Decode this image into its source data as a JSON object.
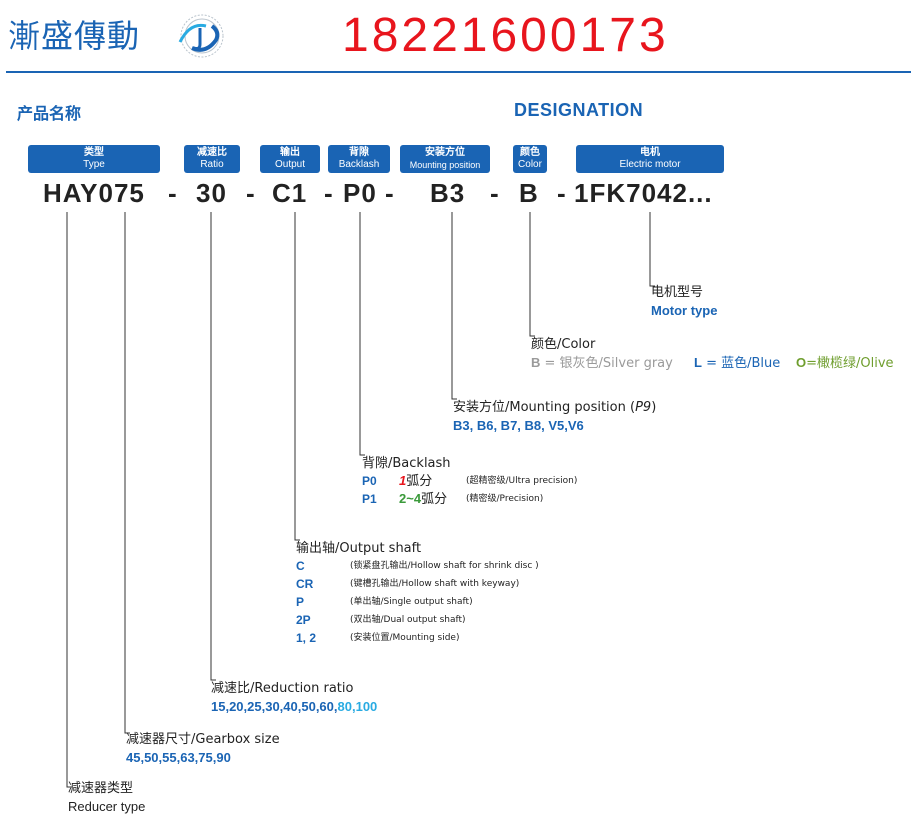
{
  "header": {
    "brand": "漸盛傳動",
    "phone": "18221600173"
  },
  "titles": {
    "cn": "产品名称",
    "en": "DESIGNATION"
  },
  "boxes": [
    {
      "cn": "类型",
      "en": "Type"
    },
    {
      "cn": "减速比",
      "en": "Ratio"
    },
    {
      "cn": "输出",
      "en": "Output"
    },
    {
      "cn": "背隙",
      "en": "Backlash"
    },
    {
      "cn": "安装方位",
      "en": "Mounting position"
    },
    {
      "cn": "颜色",
      "en": "Color"
    },
    {
      "cn": "电机",
      "en": "Electric motor"
    }
  ],
  "code": {
    "type": "HAY075",
    "ratio": "30",
    "output": "C1",
    "backlash": "P0",
    "mounting": "B3",
    "color": "B",
    "motor": "1FK7042...",
    "dash": "-"
  },
  "motor": {
    "label": "电机型号",
    "value": "Motor type"
  },
  "color": {
    "label": "颜色/Color",
    "opt1_code": "B",
    "opt1_text": " = 银灰色/Silver gray",
    "opt2_code": "L",
    "opt2_text": " = 蓝色/Blue",
    "opt3_code": "O",
    "opt3_text": "=橄榄绿/Olive"
  },
  "mounting": {
    "label": "安装方位/Mounting position (",
    "label_ref": "P9",
    "label_close": ")",
    "values": "B3, B6, B7, B8, V5,V6"
  },
  "backlash": {
    "label": "背隙/Backlash",
    "rows": [
      {
        "code": "P0",
        "num": "1",
        "unit": "弧分",
        "desc": "(超精密级/Ultra precision)"
      },
      {
        "code": "P1",
        "num": "2~4",
        "unit": "弧分",
        "desc": "(精密级/Precision)"
      }
    ]
  },
  "output": {
    "label": "输出轴/Output shaft",
    "rows": [
      {
        "code": "C",
        "desc": "(锁紧盘孔输出/Hollow shaft for shrink disc )"
      },
      {
        "code": "CR",
        "desc": "(键槽孔输出/Hollow shaft with keyway)"
      },
      {
        "code": "P",
        "desc": "(单出轴/Single output shaft)"
      },
      {
        "code": "2P",
        "desc": "(双出轴/Dual output shaft)"
      },
      {
        "code": "1, 2",
        "desc": "(安装位置/Mounting side)"
      }
    ]
  },
  "ratio": {
    "label": "减速比/Reduction ratio",
    "values_main": "15,20,25,30,40,50,60,",
    "values_alt": "80,100"
  },
  "size": {
    "label": "减速器尺寸/Gearbox size",
    "values": "45,50,55,63,75,90"
  },
  "reducer": {
    "label_cn": "减速器类型",
    "label_en": "Reducer type"
  },
  "colors": {
    "brand_blue": "#1a64b4",
    "phone_red": "#e8151d",
    "silver": "#9a9a9a",
    "olive": "#6f9e2e",
    "cyan": "#29abe2"
  }
}
